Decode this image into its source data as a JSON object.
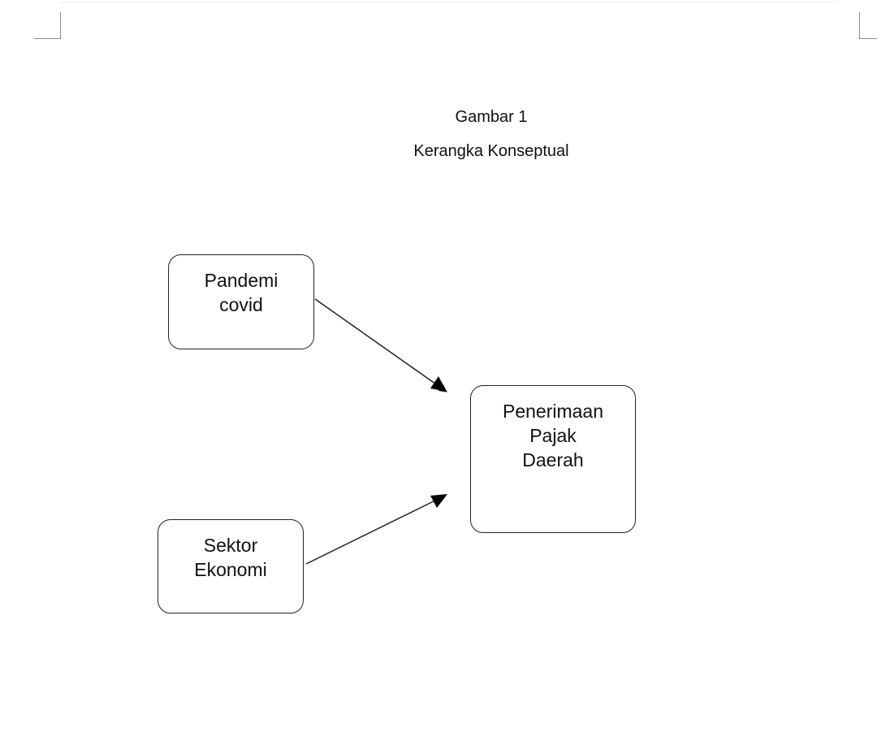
{
  "figure_label": "Gambar 1",
  "figure_title": "Kerangka Konseptual",
  "nodes": {
    "pandemi": [
      "Pandemi",
      "covid"
    ],
    "sektor": [
      "Sektor",
      "Ekonomi"
    ],
    "penerimaan": [
      "Penerimaan",
      "Pajak",
      "Daerah"
    ]
  }
}
